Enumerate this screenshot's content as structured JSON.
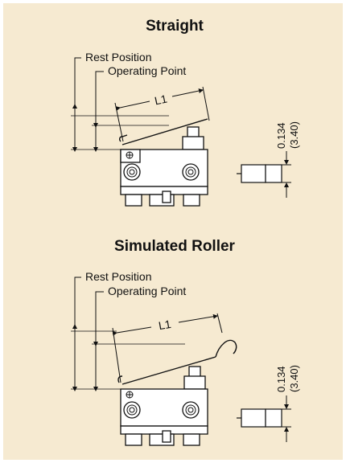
{
  "diagram": {
    "background": "#f6ead1",
    "line_color": "#111111",
    "top": {
      "title": "Straight",
      "rest_label": "Rest Position",
      "operating_label": "Operating Point",
      "lever_label": "L1",
      "dim_in": "0.134",
      "dim_mm": "(3.40)"
    },
    "bottom": {
      "title": "Simulated Roller",
      "rest_label": "Rest Position",
      "operating_label": "Operating Point",
      "lever_label": "L1",
      "dim_in": "0.134",
      "dim_mm": "(3.40)"
    }
  }
}
